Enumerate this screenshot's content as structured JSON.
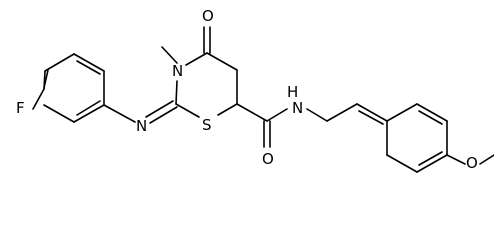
{
  "molecule": {
    "atoms": {
      "fluorine": "F",
      "imine_nitrogen": "N",
      "ring_sulfur": "S",
      "ring_nitrogen": "N",
      "ring_carbonyl_oxygen": "O",
      "amide_oxygen": "O",
      "amide_nitrogen_h": "H",
      "amide_nitrogen": "N",
      "methoxy_oxygen": "O"
    },
    "colors": {
      "bond": "#000000",
      "label": "#000000",
      "background": "#ffffff"
    }
  }
}
